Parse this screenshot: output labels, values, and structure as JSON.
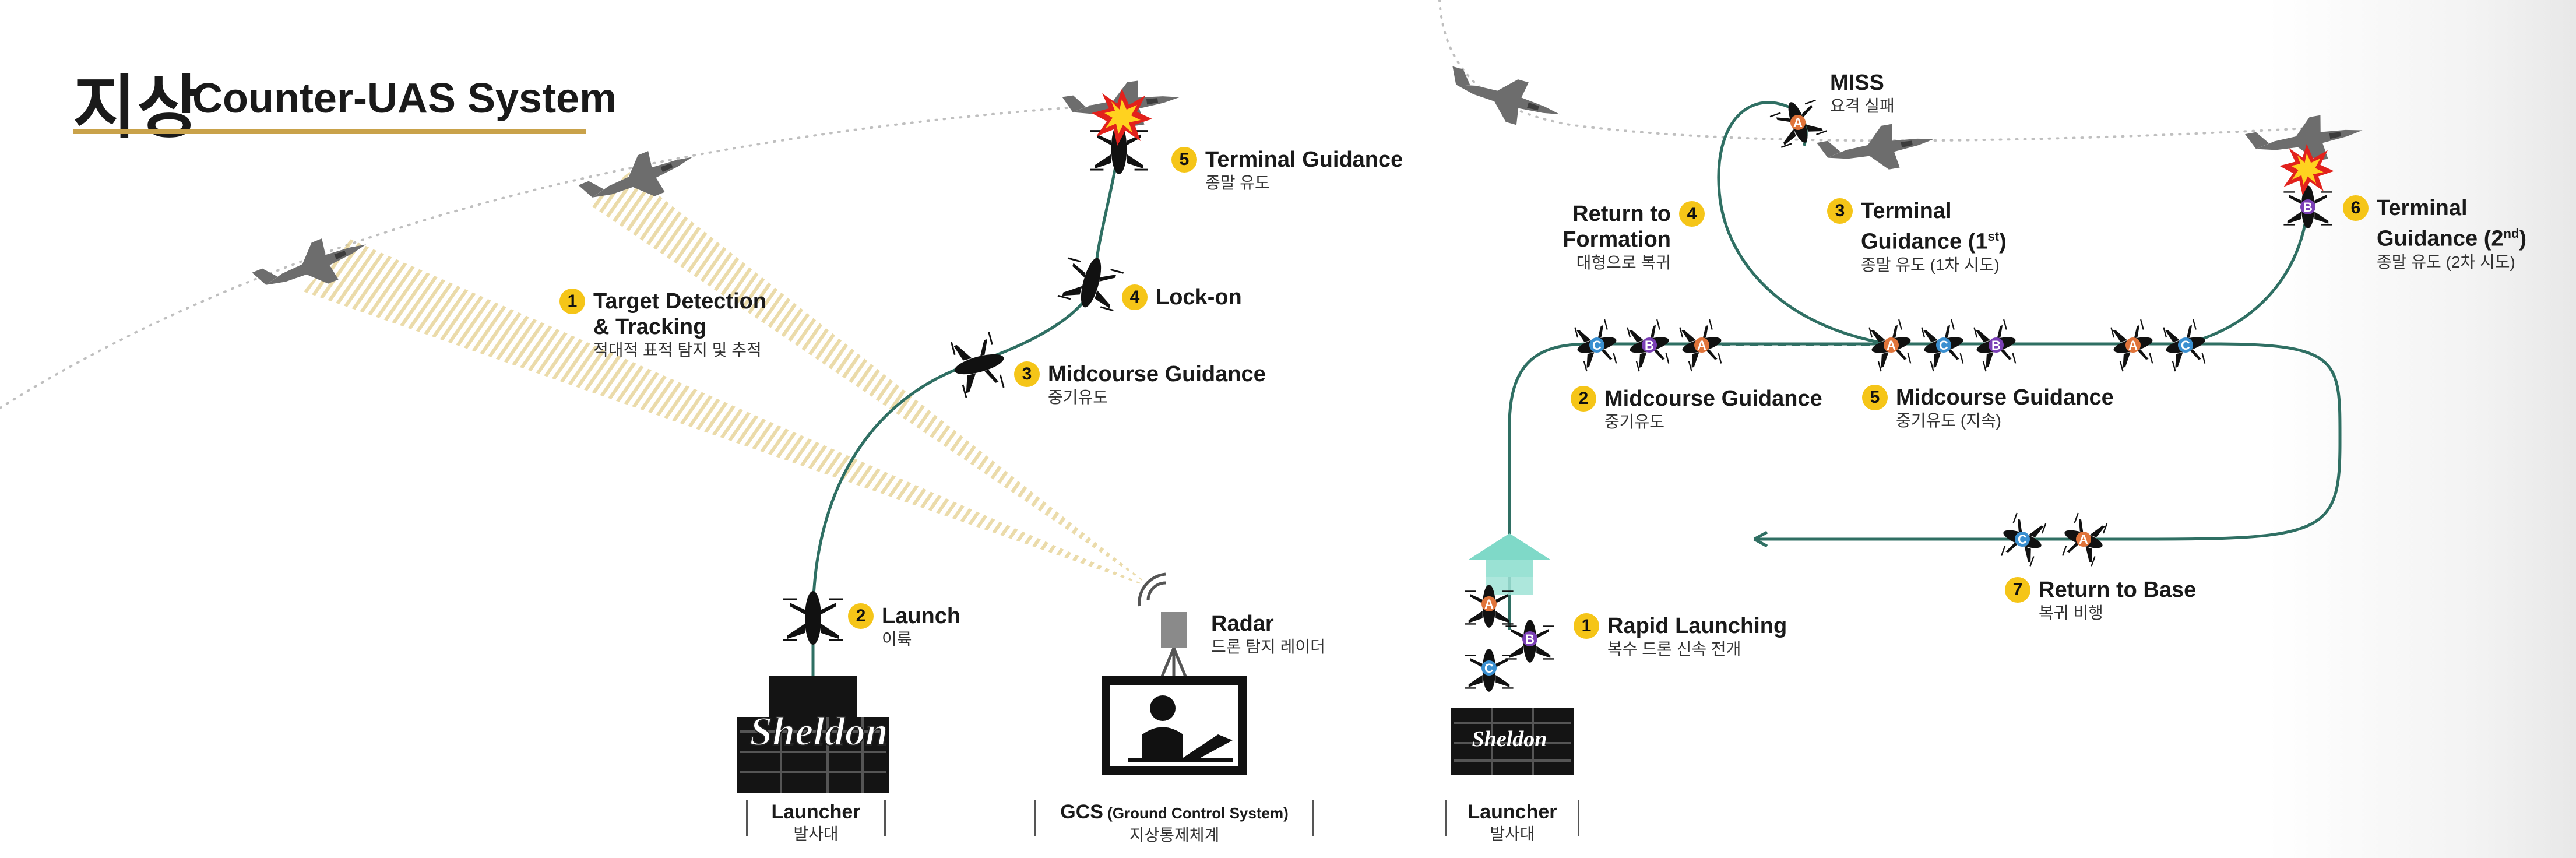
{
  "title": {
    "korean": "지상",
    "english": "Counter-UAS System"
  },
  "left_steps": [
    {
      "num": "1",
      "label": "Target Detection",
      "label2": "& Tracking",
      "sub": "적대적 표적 탐지 및 추적"
    },
    {
      "num": "2",
      "label": "Launch",
      "sub": "이륙"
    },
    {
      "num": "3",
      "label": "Midcourse Guidance",
      "sub": "중기유도"
    },
    {
      "num": "4",
      "label": "Lock-on",
      "sub": ""
    },
    {
      "num": "5",
      "label": "Terminal Guidance",
      "sub": "종말 유도"
    }
  ],
  "radar": {
    "label": "Radar",
    "sub": "드론 탐지 레이더"
  },
  "right_steps": [
    {
      "num": "1",
      "label": "Rapid Launching",
      "sub": "복수 드론 신속 전개"
    },
    {
      "num": "2",
      "label": "Midcourse Guidance",
      "sub": "중기유도"
    },
    {
      "num": "3",
      "label": "Terminal",
      "label2": "Guidance (1",
      "sup": "st",
      "label3": ")",
      "sub": "종말 유도 (1차 시도)"
    },
    {
      "num": "4",
      "label": "Return to Formation",
      "sub": "대형으로 복귀"
    },
    {
      "num": "5",
      "label": "Midcourse Guidance",
      "sub": "중기유도 (지속)"
    },
    {
      "num": "6",
      "label": "Terminal",
      "label2": "Guidance (2",
      "sup": "nd",
      "label3": ")",
      "sub": "종말 유도 (2차 시도)"
    },
    {
      "num": "7",
      "label": "Return to Base",
      "sub": "복귀 비행"
    }
  ],
  "miss": {
    "label": "MISS",
    "sub": "요격 실패"
  },
  "footer": [
    {
      "label": "Launcher",
      "sub": "발사대"
    },
    {
      "label": "GCS",
      "label_small": " (Ground Control System)",
      "sub": "지상통제체계"
    },
    {
      "label": "Launcher",
      "sub": "발사대"
    }
  ],
  "launcher_brand": "Sheldon",
  "drone_tags": [
    "A",
    "B",
    "C"
  ],
  "colors": {
    "accent_gold": "#c9a24a",
    "step_badge": "#f5c518",
    "flight_path": "#2f6f63",
    "tag_a": "#e0743a",
    "tag_b": "#7a3fb5",
    "tag_c": "#3a8fd0",
    "launch_arrow": "#7fd9c8"
  },
  "icons": [
    "jet-icon",
    "drone-icon",
    "explosion-icon",
    "radar-icon",
    "operator-icon",
    "launcher-crate-icon",
    "launch-arrow-icon"
  ]
}
